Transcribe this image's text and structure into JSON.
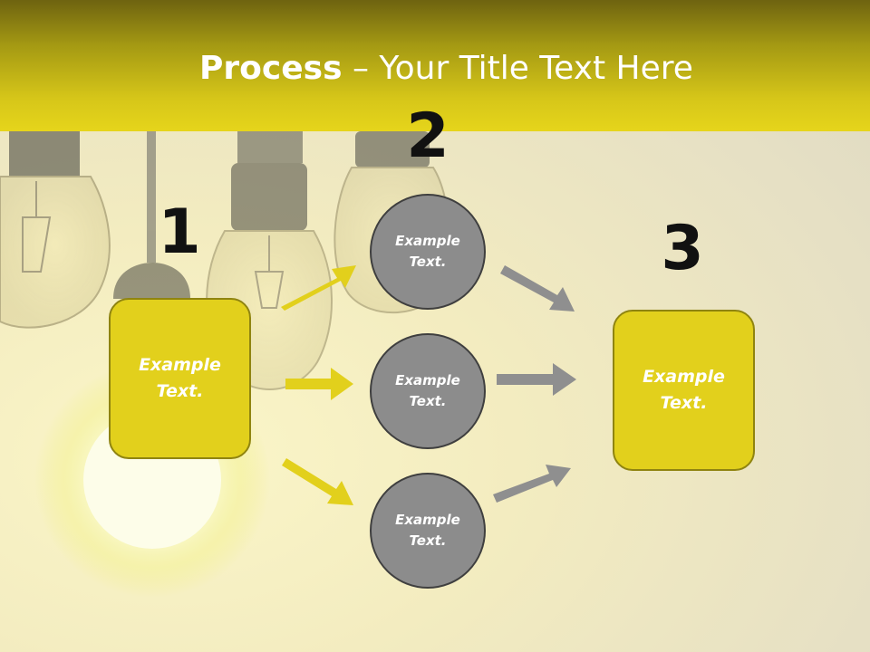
{
  "header": {
    "title_bold": "Process",
    "title_rest": " – Your Title Text Here"
  },
  "steps": [
    {
      "number": "1",
      "text": "Example Text."
    },
    {
      "number": "2",
      "text": "Example Text."
    },
    {
      "number": "3",
      "text": "Example Text."
    }
  ],
  "circles": [
    {
      "text": "Example Text."
    },
    {
      "text": "Example Text."
    },
    {
      "text": "Example Text."
    }
  ],
  "colors": {
    "accent_yellow": "#e2d01c",
    "circle_gray": "#8c8c8c",
    "arrow_yellow": "#e2d01c",
    "arrow_gray": "#8f8f8f"
  }
}
